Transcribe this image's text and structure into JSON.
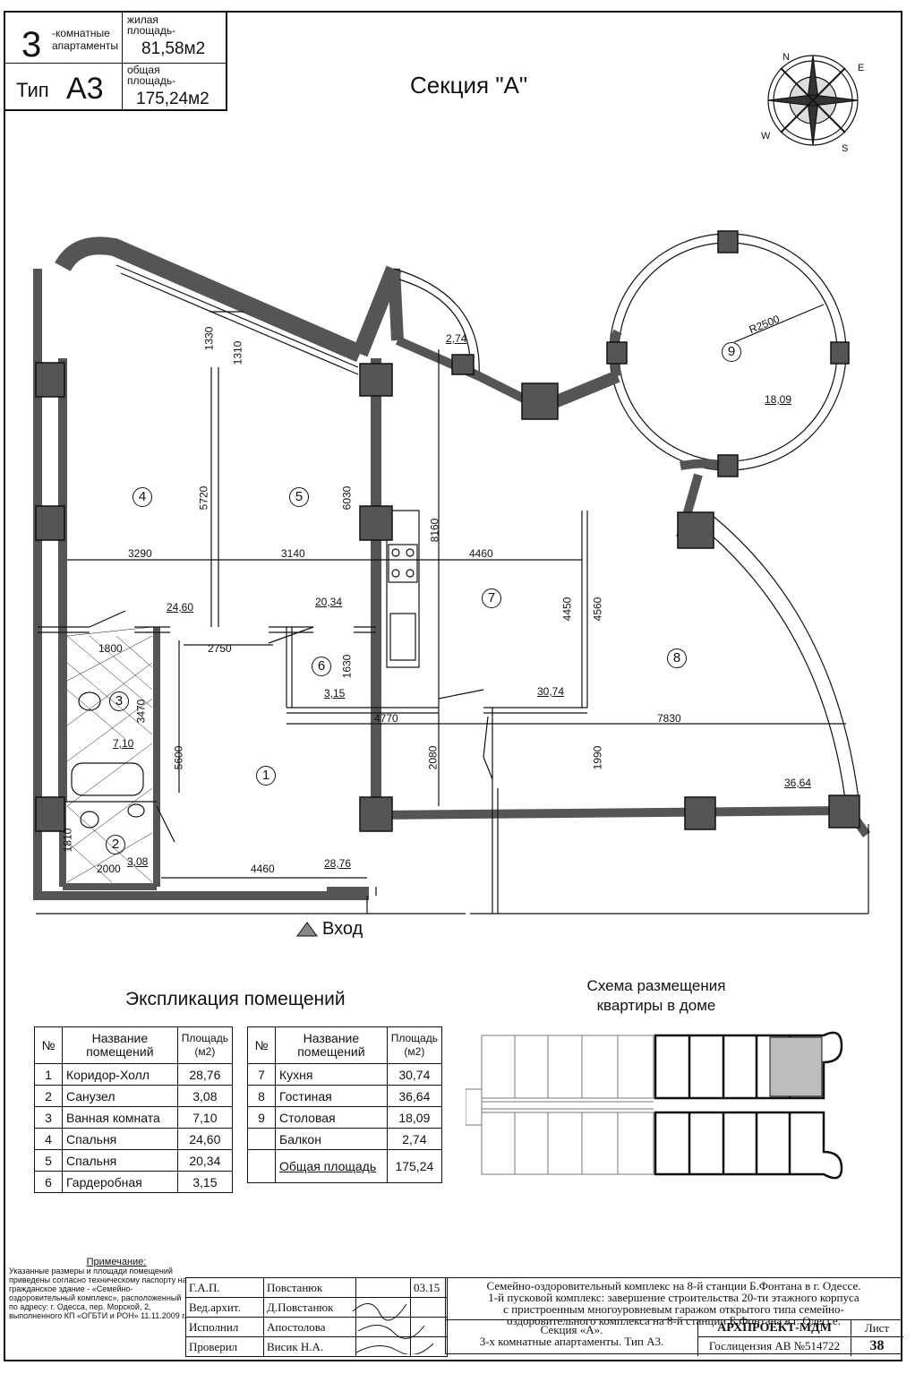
{
  "header": {
    "rooms_count": "3",
    "rooms_text": "-комнатные\nапартаменты",
    "type_label": "Тип",
    "type_value": "А3",
    "living_label": "жилая\nплощадь-",
    "living_value": "81,58м2",
    "total_label": "общая\nплощадь-",
    "total_value": "175,24м2"
  },
  "section_title": "Секция \"А\"",
  "entrance_label": "Вход",
  "plan": {
    "room_numbers": [
      "1",
      "2",
      "3",
      "4",
      "5",
      "6",
      "7",
      "8",
      "9"
    ],
    "areas": {
      "r1": "28,76",
      "r2": "3,08",
      "r3": "7,10",
      "r4": "24,60",
      "r5": "20,34",
      "r6": "3,15",
      "r7": "30,74",
      "r8": "36,64",
      "r9": "18,09",
      "balcony": "2,74"
    },
    "dimensions": {
      "d1330": "1330",
      "d1310": "1310",
      "d5720": "5720",
      "d6030": "6030",
      "d8160": "8160",
      "d3290": "3290",
      "d3140": "3140",
      "d4460a": "4460",
      "d4450": "4450",
      "d4560": "4560",
      "d1800": "1800",
      "d2750": "2750",
      "d1630": "1630",
      "d3470": "3470",
      "d5600": "5600",
      "d4770": "4770",
      "d7830": "7830",
      "d2080": "2080",
      "d1990": "1990",
      "d1810": "1810",
      "d2000": "2000",
      "d4460b": "4460",
      "r2500": "R2500"
    }
  },
  "explication": {
    "title": "Экспликация помещений",
    "headers": {
      "num": "№",
      "name": "Название\nпомещений",
      "area": "Площадь\n(м2)"
    },
    "left_rows": [
      {
        "num": "1",
        "name": "Коридор-Холл",
        "area": "28,76"
      },
      {
        "num": "2",
        "name": "Санузел",
        "area": "3,08"
      },
      {
        "num": "3",
        "name": "Ванная комната",
        "area": "7,10"
      },
      {
        "num": "4",
        "name": "Спальня",
        "area": "24,60"
      },
      {
        "num": "5",
        "name": "Спальня",
        "area": "20,34"
      },
      {
        "num": "6",
        "name": "Гардеробная",
        "area": "3,15"
      }
    ],
    "right_rows": [
      {
        "num": "7",
        "name": "Кухня",
        "area": "30,74"
      },
      {
        "num": "8",
        "name": "Гостиная",
        "area": "36,64"
      },
      {
        "num": "9",
        "name": "Столовая",
        "area": "18,09"
      },
      {
        "num": "",
        "name": "Балкон",
        "area": "2,74"
      }
    ],
    "total": {
      "name": "Общая площадь",
      "area": "175,24"
    }
  },
  "scheme_title": "Схема размещения\nквартиры в доме",
  "note": {
    "title": "Примечание:",
    "text": "Указанные размеры и площади помещений приведены согласно техническому паспорту на гражданское здание - «Семейно-оздоровительный комплекс», расположенный по адресу: г. Одесса, пер. Морской, 2, выполненного КП «ОГБТИ и РОН» 11.11.2009 г."
  },
  "stamp": {
    "rows": [
      {
        "role": "Г.А.П.",
        "name": "Повстанюк",
        "date": "03.15"
      },
      {
        "role": "Вед.архит.",
        "name": "Д.Повстанюк",
        "date": ""
      },
      {
        "role": "Исполнил",
        "name": "Апостолова",
        "date": ""
      },
      {
        "role": "Проверил",
        "name": "Висик Н.А.",
        "date": ""
      }
    ],
    "project_desc": "Семейно-оздоровительный комплекс на 8-й станции Б.Фонтана в г. Одессе.\n1-й пусковой комплекс: завершение строительства 20-ти этажного корпуса\nс пристроенным многоуровневым гаражом открытого типа семейно-\nоздоровительного комплекса на 8-й станции Б.Фонтана в г. Одессе.",
    "sheet_title": "Секция «А».\n3-х комнатные апартаменты. Тип А3.",
    "company": "АРХПРОЕКТ-МДМ",
    "license": "Гослицензия АВ №514722",
    "sheet_label": "Лист",
    "sheet_number": "38"
  },
  "compass": {
    "n": "N",
    "e": "E",
    "s": "S",
    "w": "W"
  },
  "colors": {
    "wall": "#555555",
    "ink": "#111111",
    "highlight": "#bdbdbd"
  }
}
